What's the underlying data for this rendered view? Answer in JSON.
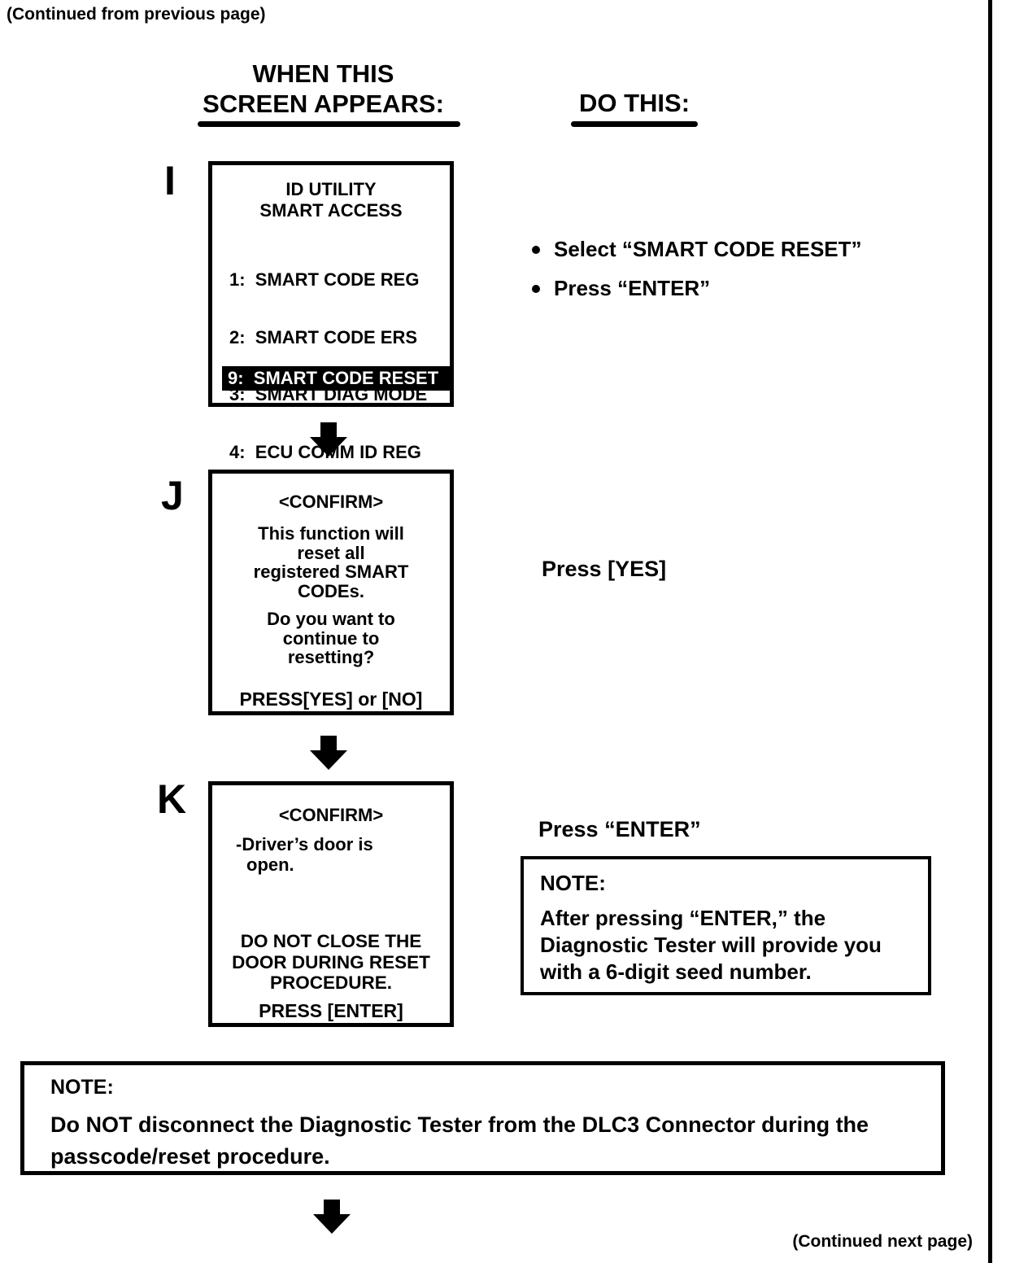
{
  "page": {
    "continued_from": "(Continued from previous page)",
    "continued_next": "(Continued next page)",
    "ink_color": "#000000",
    "paper_color": "#ffffff"
  },
  "columns": {
    "left_header_line1": "WHEN THIS",
    "left_header_line2": "SCREEN APPEARS:",
    "right_header": "DO THIS:"
  },
  "steps": [
    {
      "label": "I",
      "screen": {
        "title_line1": "ID UTILITY",
        "title_line2": "SMART ACCESS",
        "menu_items": [
          "1:  SMART CODE REG",
          "2:  SMART CODE ERS",
          "3:  SMART DIAG MODE",
          "4:  ECU COMM ID REG"
        ],
        "highlighted_item": "9:  SMART CODE RESET"
      },
      "instructions": [
        "Select “SMART CODE RESET”",
        "Press “ENTER”"
      ]
    },
    {
      "label": "J",
      "screen": {
        "title": "<CONFIRM>",
        "body1_lines": [
          "This function will",
          "reset all",
          "registered SMART",
          "CODEs."
        ],
        "body2_lines": [
          "Do you want to",
          "continue to",
          "resetting?"
        ],
        "footer": "PRESS[YES] or [NO]"
      },
      "instruction": "Press [YES]"
    },
    {
      "label": "K",
      "screen": {
        "title": "<CONFIRM>",
        "note_line1": "-Driver’s door is",
        "note_line2": "open.",
        "warning_lines": [
          "DO NOT CLOSE THE",
          "DOOR DURING RESET",
          "PROCEDURE."
        ],
        "footer": "PRESS [ENTER]"
      },
      "instruction": "Press “ENTER”",
      "note": {
        "title": "NOTE:",
        "body": "After pressing “ENTER,” the Diagnostic Tester will provide you with a 6-digit seed number."
      }
    }
  ],
  "bottom_note": {
    "title": "NOTE:",
    "body": "Do NOT disconnect the Diagnostic Tester from the DLC3 Connector during the passcode/reset procedure."
  }
}
